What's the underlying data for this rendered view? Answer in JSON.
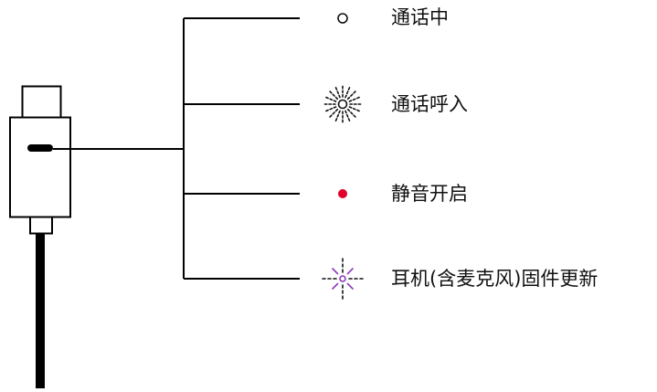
{
  "legend": {
    "items": [
      {
        "key": "in-call",
        "label": "通话中",
        "indicator": "hollow-circle-icon"
      },
      {
        "key": "incoming-call",
        "label": "通话呼入",
        "indicator": "flashing-white-light-icon"
      },
      {
        "key": "mute-on",
        "label": "静音开启",
        "indicator": "red-dot-icon"
      },
      {
        "key": "firmware-update",
        "label": "耳机(含麦克风)固件更新",
        "indicator": "flashing-purple-light-icon"
      }
    ]
  },
  "colors": {
    "line": "#000000",
    "led_indicator": "#111111",
    "mute_red": "#e0002a",
    "firmware_purple": "#8a3ab9"
  }
}
